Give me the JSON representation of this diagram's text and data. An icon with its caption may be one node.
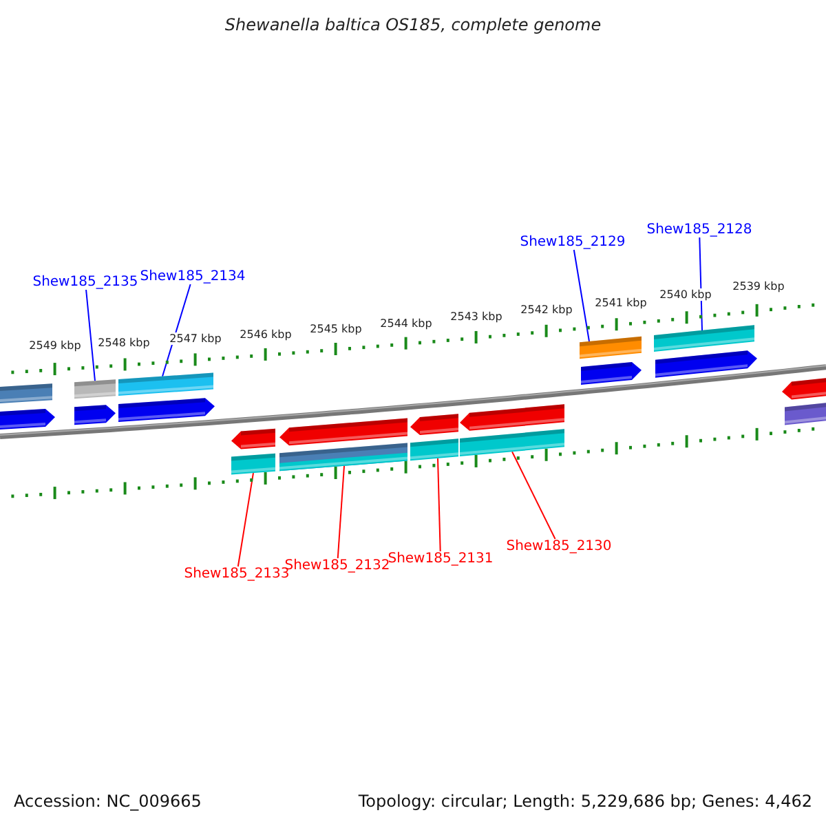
{
  "diagram": {
    "title": "Shewanella baltica OS185, complete genome",
    "nodes": [
      {
        "text": [
          "Shew185_2135"
        ]
      },
      {
        "text": [
          "Shew185_2134"
        ]
      },
      {
        "text": [
          "Shew185_2129"
        ]
      },
      {
        "text": [
          "Shew185_2128"
        ]
      },
      {
        "text": [
          "Shew185_2133"
        ]
      },
      {
        "text": [
          "Shew185_2132"
        ]
      },
      {
        "text": [
          "Shew185_2131"
        ]
      },
      {
        "text": [
          "Shew185_2130"
        ]
      },
      {
        "text": [],
        "shape": "bar"
      },
      {
        "text": [],
        "shape": "bar"
      },
      {
        "text": [],
        "shape": "bar"
      },
      {
        "text": [],
        "shape": "bar"
      },
      {
        "text": [],
        "shape": "bar"
      },
      {
        "text": [],
        "shape": "pentagon"
      },
      {
        "text": [],
        "shape": "pentagon"
      },
      {
        "text": [],
        "shape": "pentagon"
      },
      {
        "text": [],
        "shape": "pentagon"
      },
      {
        "text": [],
        "shape": "pentagon"
      },
      {
        "text": [],
        "shape": "pentagon"
      },
      {
        "text": [],
        "shape": "pentagon"
      },
      {
        "text": [],
        "shape": "pentagon"
      },
      {
        "text": [],
        "shape": "pentagon"
      },
      {
        "text": [],
        "shape": "pentagon"
      },
      {
        "text": [],
        "shape": "bar"
      },
      {
        "text": [],
        "shape": "bar"
      },
      {
        "text": [],
        "shape": "bar"
      },
      {
        "text": [],
        "shape": "bar"
      },
      {
        "text": [],
        "shape": "bar"
      }
    ],
    "edges": [
      {
        "from": 0,
        "to": 9,
        "arrow": "none",
        "color": "#0000ff"
      },
      {
        "from": 1,
        "to": 10,
        "arrow": "none",
        "color": "#0000ff"
      },
      {
        "from": 2,
        "to": 11,
        "arrow": "none",
        "color": "#0000ff"
      },
      {
        "from": 3,
        "to": 12,
        "arrow": "none",
        "color": "#0000ff"
      },
      {
        "from": 4,
        "to": 23,
        "arrow": "none",
        "color": "#ff0000"
      },
      {
        "from": 5,
        "to": 24,
        "arrow": "none",
        "color": "#ff0000"
      },
      {
        "from": 6,
        "to": 25,
        "arrow": "none",
        "color": "#ff0000"
      },
      {
        "from": 7,
        "to": 26,
        "arrow": "none",
        "color": "#ff0000"
      }
    ],
    "labels": [
      "2549 kbp",
      "2548 kbp",
      "2547 kbp",
      "2546 kbp",
      "2545 kbp",
      "2544 kbp",
      "2543 kbp",
      "2542 kbp",
      "2541 kbp",
      "2540 kbp",
      "2539 kbp",
      "Accession: NC_009665",
      "Topology: circular; Length: 5,229,686 bp; Genes: 4,462"
    ]
  }
}
